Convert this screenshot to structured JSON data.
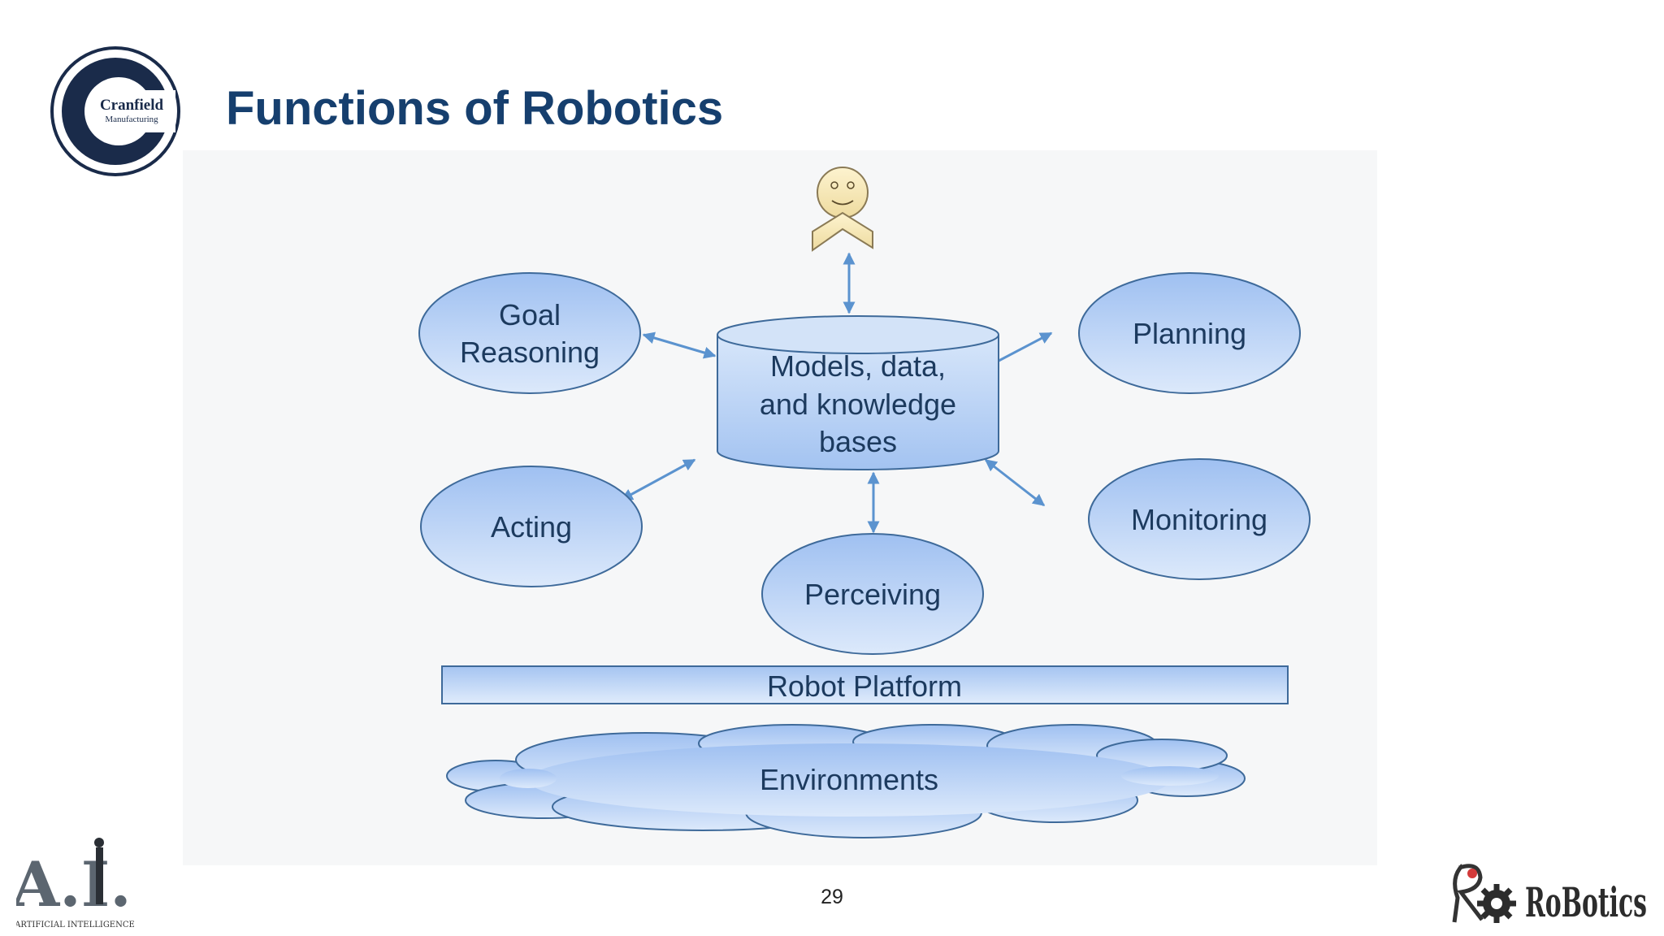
{
  "slide": {
    "title": "Functions of Robotics",
    "page_number": "29"
  },
  "logos": {
    "cranfield": {
      "name": "Cranfield",
      "subtitle": "Manufacturing"
    },
    "ai": {
      "caption": "ARTIFICIAL INTELLIGENCE",
      "mark": "A.I."
    },
    "robotics": {
      "mark": "RoBotics"
    }
  },
  "diagram": {
    "center": {
      "line1": "Models, data,",
      "line2": "and knowledge",
      "line3": "bases"
    },
    "goal": {
      "line1": "Goal",
      "line2": "Reasoning"
    },
    "planning": {
      "label": "Planning"
    },
    "acting": {
      "label": "Acting"
    },
    "monitoring": {
      "label": "Monitoring"
    },
    "perceiving": {
      "label": "Perceiving"
    },
    "platform": {
      "label": "Robot Platform"
    },
    "environments": {
      "label": "Environments"
    },
    "user": {
      "icon": "person-icon"
    }
  },
  "colors": {
    "title": "#163f6e",
    "node_fill_top": "#c5d9f5",
    "node_fill_bottom": "#9dbff0",
    "node_stroke": "#3e6a9a",
    "arrow": "#5b93cf",
    "label": "#1c3a5e"
  }
}
